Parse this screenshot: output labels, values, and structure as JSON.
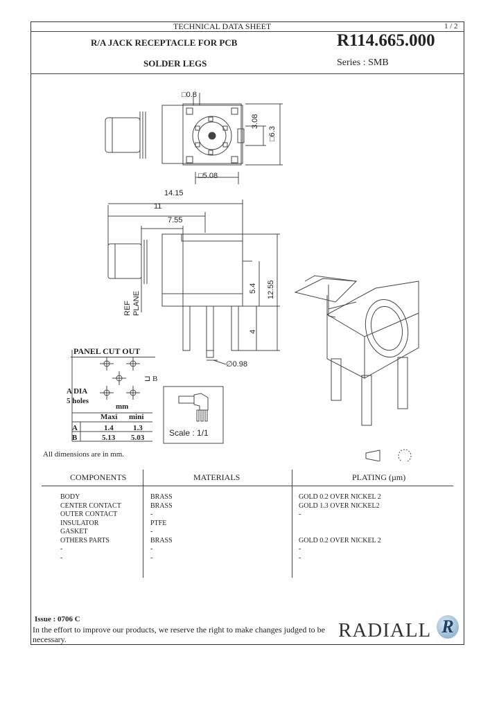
{
  "header": {
    "doc_type": "TECHNICAL DATA SHEET",
    "page": "1 / 2",
    "title_line1": "R/A  JACK RECEPTACLE FOR PCB",
    "title_line2": "SOLDER LEGS",
    "part_number": "R114.665.000",
    "series": "Series : SMB"
  },
  "drawing": {
    "top_dims": {
      "pin_square": "0.8",
      "pitch": "3.08",
      "body_square": "6.3",
      "base_square": "5.08"
    },
    "side_dims": {
      "overall": "14.15",
      "to_ref": "11",
      "ref_to_axis": "7.55",
      "height_axis": "5.4",
      "total_height": "12.55",
      "leg_length": "4",
      "leg_dia": "0.98"
    },
    "ref_label": "REF",
    "plane_label": "PLANE",
    "scale": "Scale : 1/1"
  },
  "panel_cutout": {
    "title": "PANEL CUT OUT",
    "a_dia_label": "A DIA",
    "holes_label": "5 holes",
    "b_label": "B",
    "unit": "mm",
    "col_max": "Maxi",
    "col_min": "mini",
    "rows": [
      {
        "label": "A",
        "max": "1.4",
        "min": "1.3"
      },
      {
        "label": "B",
        "max": "5.13",
        "min": "5.03"
      }
    ]
  },
  "note": "All dimensions are in mm.",
  "table": {
    "headers": {
      "components": "COMPONENTS",
      "materials": "MATERIALS",
      "plating": "PLATING (µm)"
    },
    "rows": [
      {
        "component": "BODY",
        "material": "BRASS",
        "plating": "GOLD 0.2 OVER NICKEL 2"
      },
      {
        "component": "CENTER CONTACT",
        "material": "BRASS",
        "plating": "GOLD 1.3 OVER NICKEL2"
      },
      {
        "component": "OUTER CONTACT",
        "material": "-",
        "plating": "-"
      },
      {
        "component": "INSULATOR",
        "material": "PTFE",
        "plating": ""
      },
      {
        "component": "GASKET",
        "material": "-",
        "plating": ""
      },
      {
        "component": "OTHERS PARTS",
        "material": "BRASS",
        "plating": "GOLD 0.2 OVER NICKEL 2"
      },
      {
        "component": "-",
        "material": "-",
        "plating": "-"
      },
      {
        "component": "-",
        "material": "-",
        "plating": "-"
      }
    ]
  },
  "footer": {
    "issue": "Issue : 0706  C",
    "disclaimer_line1": "In the effort to improve our products, we reserve the right to make changes judged to be",
    "disclaimer_line2": "necessary.",
    "logo_text": "RADIALL",
    "logo_mark": "R"
  }
}
